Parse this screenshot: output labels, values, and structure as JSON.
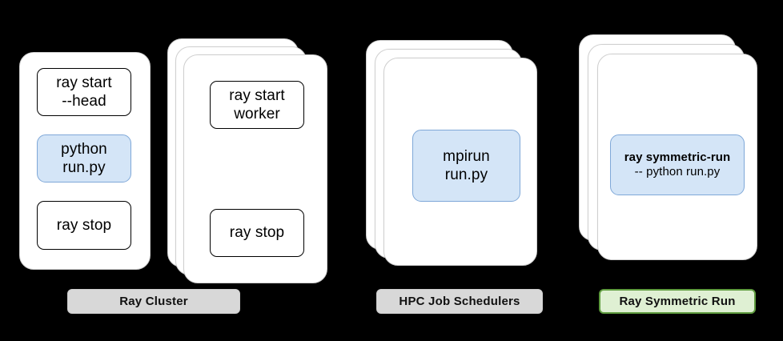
{
  "diagram": {
    "title": "Ray Symmetric Run vs Ray Cluster vs HPC Job Schedulers",
    "background_color": "#000000",
    "highlight_fill": "#d4e5f7",
    "highlight_border": "#7fa8d8",
    "label_grey_fill": "#d8d8d8",
    "label_green_fill": "#dff0d3",
    "label_green_border": "#5f9c3f"
  },
  "groups": [
    {
      "id": "ray-cluster",
      "label": "Ray Cluster",
      "label_style": "grey",
      "nodes": [
        {
          "id": "head-node",
          "stack_count": 1,
          "commands": [
            {
              "id": "ray-start-head",
              "lines": [
                "ray start",
                "--head"
              ],
              "highlight": false
            },
            {
              "id": "python-run-py",
              "lines": [
                "python",
                "run.py"
              ],
              "highlight": true
            },
            {
              "id": "ray-stop-head",
              "lines": [
                "ray stop"
              ],
              "highlight": false
            }
          ]
        },
        {
          "id": "worker-nodes",
          "stack_count": 3,
          "commands": [
            {
              "id": "ray-start-worker",
              "lines": [
                "ray start",
                "worker"
              ],
              "highlight": false
            },
            {
              "id": "ray-stop-worker",
              "lines": [
                "ray stop"
              ],
              "highlight": false
            }
          ]
        }
      ]
    },
    {
      "id": "hpc-job-schedulers",
      "label": "HPC Job Schedulers",
      "label_style": "grey",
      "nodes": [
        {
          "id": "hpc-node",
          "stack_count": 3,
          "commands": [
            {
              "id": "mpirun-run-py",
              "lines": [
                "mpirun",
                "run.py"
              ],
              "highlight": true
            }
          ]
        }
      ]
    },
    {
      "id": "ray-symmetric-run",
      "label": "Ray Symmetric Run",
      "label_style": "green",
      "nodes": [
        {
          "id": "symmetric-node",
          "stack_count": 3,
          "commands": [
            {
              "id": "ray-symmetric-run-cmd",
              "lines": [
                "ray symmetric-run",
                "-- python run.py"
              ],
              "bold_first_line": true,
              "highlight": true
            }
          ]
        }
      ]
    }
  ],
  "text": {
    "ray_start_head_l1": "ray start",
    "ray_start_head_l2": "--head",
    "python_l1": "python",
    "python_l2": "run.py",
    "ray_stop_head": "ray stop",
    "ray_start_worker_l1": "ray start",
    "ray_start_worker_l2": "worker",
    "ray_stop_worker": "ray stop",
    "mpirun_l1": "mpirun",
    "mpirun_l2": "run.py",
    "symmetric_l1": "ray symmetric-run",
    "symmetric_l2": "-- python run.py",
    "label_ray_cluster": "Ray Cluster",
    "label_hpc": "HPC Job Schedulers",
    "label_symmetric": "Ray Symmetric Run"
  }
}
